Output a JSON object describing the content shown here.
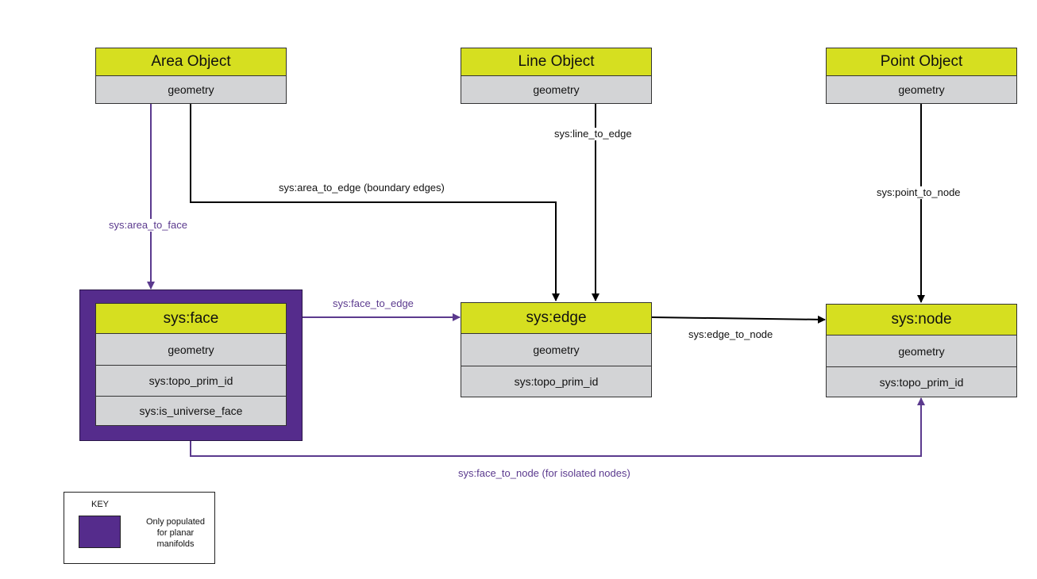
{
  "entities": {
    "area_object": {
      "title": "Area Object",
      "fields": [
        "geometry"
      ]
    },
    "line_object": {
      "title": "Line Object",
      "fields": [
        "geometry"
      ]
    },
    "point_object": {
      "title": "Point Object",
      "fields": [
        "geometry"
      ]
    },
    "face": {
      "title": "sys:face",
      "fields": [
        "geometry",
        "sys:topo_prim_id",
        "sys:is_universe_face"
      ]
    },
    "edge": {
      "title": "sys:edge",
      "fields": [
        "geometry",
        "sys:topo_prim_id"
      ]
    },
    "node": {
      "title": "sys:node",
      "fields": [
        "geometry",
        "sys:topo_prim_id"
      ]
    }
  },
  "relationships": {
    "area_to_face": "sys:area_to_face",
    "area_to_edge": "sys:area_to_edge (boundary edges)",
    "line_to_edge": "sys:line_to_edge",
    "point_to_node": "sys:point_to_node",
    "face_to_edge": "sys:face_to_edge",
    "edge_to_node": "sys:edge_to_node",
    "face_to_node": "sys:face_to_node (for isolated nodes)"
  },
  "key": {
    "title": "KEY",
    "description": "Only populated for planar manifolds"
  },
  "colors": {
    "title_fill": "#d6df20",
    "field_fill": "#d3d4d6",
    "planar_fill": "#552c8c",
    "purple_connector": "#5b3a8e",
    "black_connector": "#000000"
  }
}
